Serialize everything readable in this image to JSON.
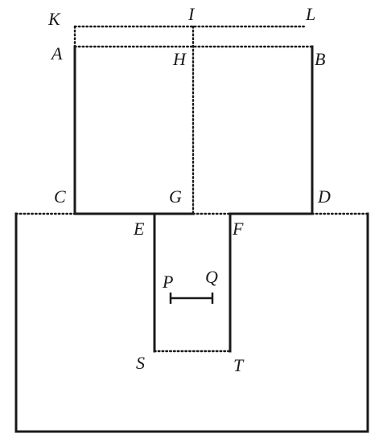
{
  "figure": {
    "points": [
      {
        "id": "K",
        "label": "K"
      },
      {
        "id": "I",
        "label": "I"
      },
      {
        "id": "L",
        "label": "L"
      },
      {
        "id": "A",
        "label": "A"
      },
      {
        "id": "H",
        "label": "H"
      },
      {
        "id": "B",
        "label": "B"
      },
      {
        "id": "C",
        "label": "C"
      },
      {
        "id": "G",
        "label": "G"
      },
      {
        "id": "D",
        "label": "D"
      },
      {
        "id": "E",
        "label": "E"
      },
      {
        "id": "F",
        "label": "F"
      },
      {
        "id": "P",
        "label": "P"
      },
      {
        "id": "Q",
        "label": "Q"
      },
      {
        "id": "S",
        "label": "S"
      },
      {
        "id": "T",
        "label": "T"
      }
    ]
  }
}
